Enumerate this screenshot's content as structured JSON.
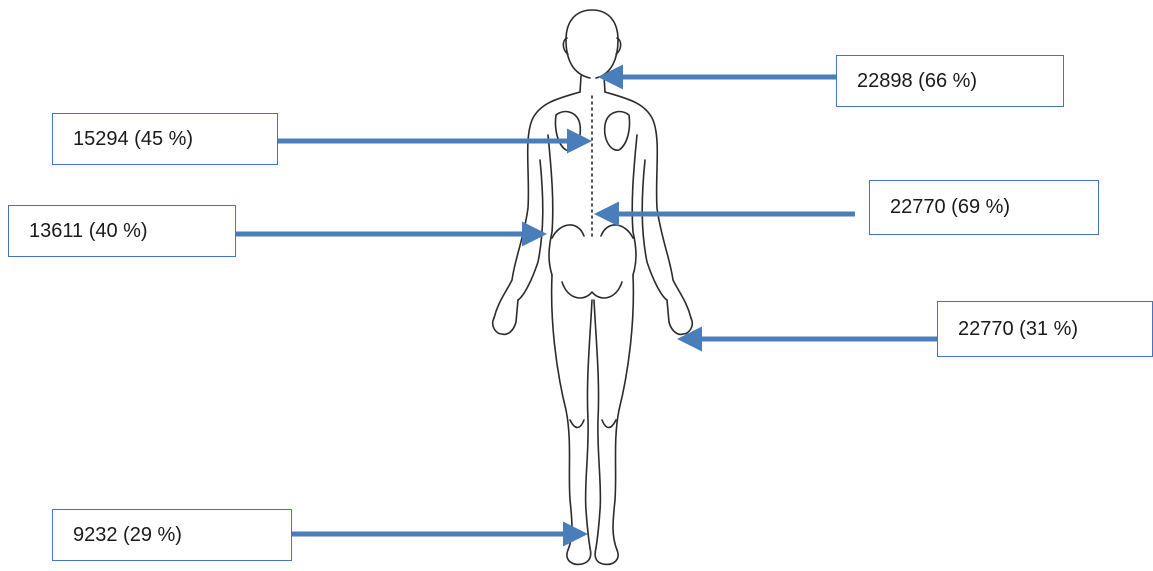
{
  "colors": {
    "arrow": "#4a7ebb",
    "box_border": "#4472c4",
    "figure_outline": "#2b2b2b",
    "text": "#1a1a1a"
  },
  "labels": {
    "neck": "22898 (66 %)",
    "shoulder": "15294 (45 %)",
    "elbow": "13611 (40 %)",
    "lower_back": "22770 (69 %)",
    "wrist_hand": "22770 (31 %)",
    "ankle_feet": "9232 (29 %)"
  }
}
